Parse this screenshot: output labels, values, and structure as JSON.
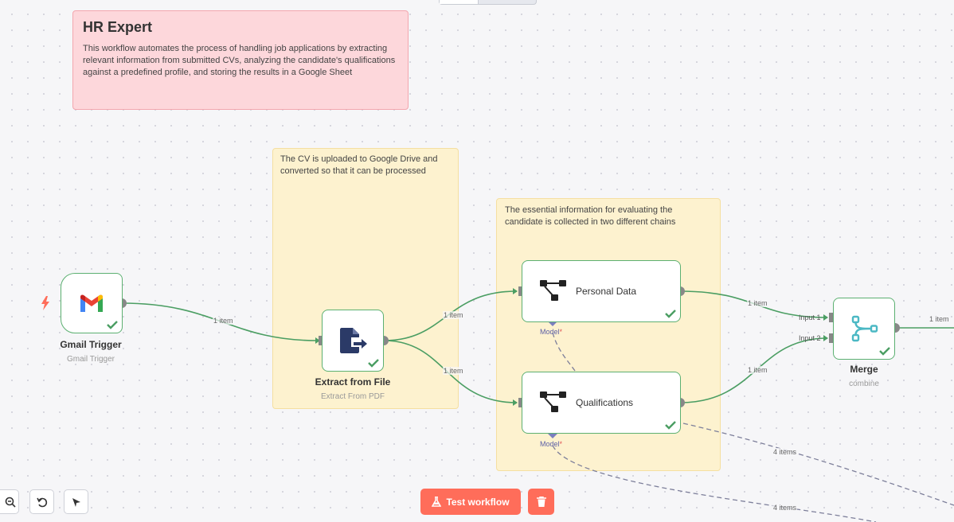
{
  "canvas": {
    "sticky_title": "HR Expert",
    "sticky_description": "This workflow automates the process of handling job applications by extracting relevant information from submitted CVs, analyzing the candidate's qualifications against a predefined profile, and storing the results in a Google Sheet",
    "sticky_upload": "The CV is uploaded to Google Drive and converted so that it can be processed",
    "sticky_chains": "The essential information for evaluating the candidate is collected in two different chains"
  },
  "nodes": {
    "gmail": {
      "title": "Gmail Trigger",
      "subtitle": "Gmail Trigger"
    },
    "extract": {
      "title": "Extract from File",
      "subtitle": "Extract From PDF"
    },
    "personal": {
      "title": "Personal Data",
      "sub_port": "Model"
    },
    "qualifications": {
      "title": "Qualifications",
      "sub_port": "Model"
    },
    "merge": {
      "title": "Merge",
      "subtitle": "combine",
      "input1": "Input 1",
      "input2": "Input 2"
    }
  },
  "edges": {
    "gmail_extract": "1 item",
    "extract_personal": "1 item",
    "extract_qualifications": "1 item",
    "personal_merge": "1 item",
    "qualifications_merge": "1 item",
    "merge_out": "1 item",
    "qual_out": "4 items",
    "model_out": "4 items"
  },
  "toolbar": {
    "test_workflow": "Test workflow",
    "required_mark": "*"
  },
  "colors": {
    "accent": "#ff6d5a",
    "edge_success": "#4b9e63",
    "sticky_red": "#fdd7db",
    "sticky_yellow": "#fdf2cf",
    "model_port": "#7b7fbf"
  }
}
